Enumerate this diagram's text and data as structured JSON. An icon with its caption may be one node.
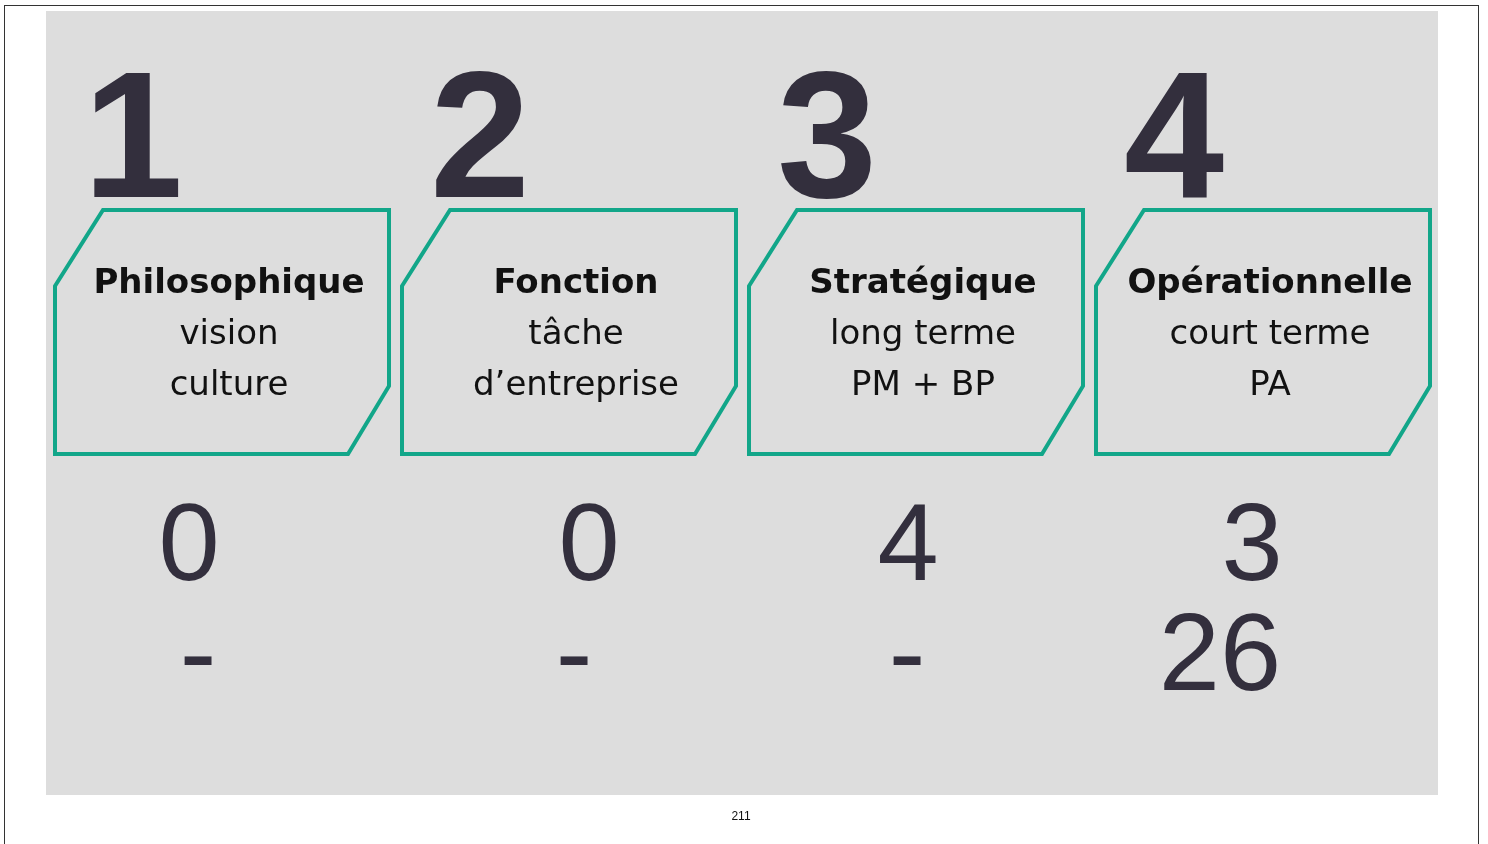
{
  "diagram": {
    "nodes": [
      {
        "text": [
          "Philosophique",
          "vision",
          "culture"
        ],
        "beside": [
          "1"
        ]
      },
      {
        "text": [
          "Fonction",
          "tâche d’entreprise"
        ],
        "beside": [
          "2"
        ]
      },
      {
        "text": [
          "Stratégique",
          "long terme",
          "PM + BP"
        ],
        "beside": [
          "3"
        ]
      },
      {
        "text": [
          "Opérationnelle",
          "court terme",
          "PA"
        ],
        "beside": [
          "4"
        ]
      }
    ],
    "edges": [],
    "labels": [
      "0",
      "0",
      "4",
      "3",
      "-",
      "-",
      "-",
      "26",
      "211"
    ]
  }
}
